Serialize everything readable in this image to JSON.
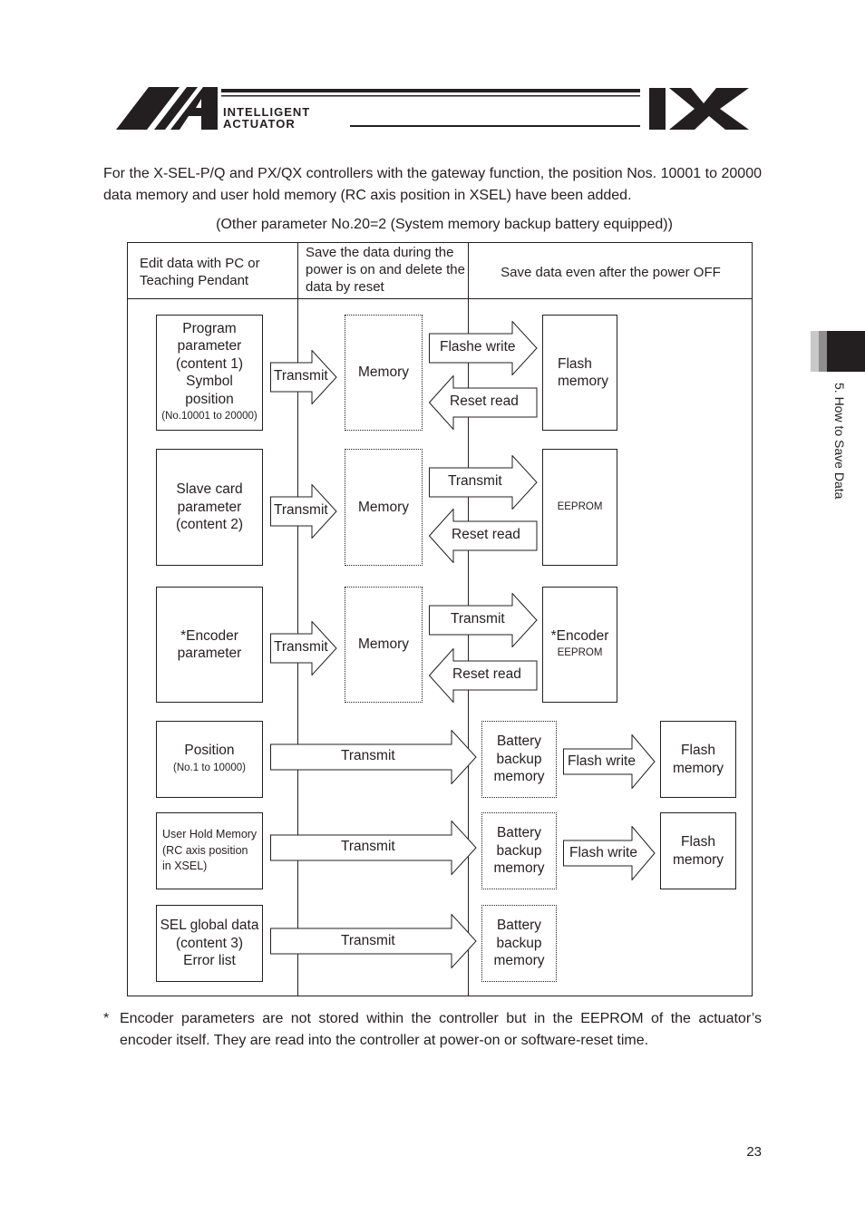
{
  "header": {
    "logo_text_1": "INTELLIGENT",
    "logo_text_2": "ACTUATOR",
    "logo_ix": "IX"
  },
  "intro": "For the X-SEL-P/Q and PX/QX controllers with the gateway function, the position Nos. 10001 to 20000 data memory and user hold memory (RC axis position in XSEL) have been added.",
  "caption": "(Other parameter No.20=2 (System memory backup battery equipped))",
  "table_headers": {
    "col1": "Edit data with PC or Teaching Pendant",
    "col2": "Save the data during the power is on and delete the data by reset",
    "col3": "Save data even after the power OFF"
  },
  "rows": {
    "r1": {
      "source": [
        "Program",
        "parameter",
        "(content 1)",
        "Symbol",
        "position"
      ],
      "source_small": "(No.10001 to 20000)",
      "transmit": "Transmit",
      "memory": "Memory",
      "write": "Flashe write",
      "read": "Reset read",
      "dest": [
        "Flash",
        "memory"
      ]
    },
    "r2": {
      "source": [
        "Slave card",
        "parameter",
        "(content 2)"
      ],
      "transmit": "Transmit",
      "memory": "Memory",
      "write": "Transmit",
      "read": "Reset read",
      "dest_small": "EEPROM"
    },
    "r3": {
      "source": [
        "*Encoder",
        "parameter"
      ],
      "transmit": "Transmit",
      "memory": "Memory",
      "write": "Transmit",
      "read": "Reset read",
      "dest": "*Encoder",
      "dest_small": "EEPROM"
    },
    "r4": {
      "source": "Position",
      "source_small": "(No.1 to 10000)",
      "transmit": "Transmit",
      "battery": [
        "Battery",
        "backup",
        "memory"
      ],
      "flash_write": "Flash write",
      "dest": [
        "Flash",
        "memory"
      ]
    },
    "r5": {
      "source": [
        "User Hold Memory",
        "(RC axis position",
        "in XSEL)"
      ],
      "transmit": "Transmit",
      "battery": [
        "Battery",
        "backup",
        "memory"
      ],
      "flash_write": "Flash write",
      "dest": [
        "Flash",
        "memory"
      ]
    },
    "r6": {
      "source": [
        "SEL global data",
        "(content 3)",
        "Error list"
      ],
      "transmit": "Transmit",
      "battery": [
        "Battery",
        "backup",
        "memory"
      ]
    }
  },
  "footnote_mark": "*",
  "footnote": "Encoder parameters are not stored within the controller but in the EEPROM of the actuator’s encoder itself. They are read into the controller at power-on or software-reset time.",
  "side_tab": "5. How to Save Data",
  "page_number": "23"
}
